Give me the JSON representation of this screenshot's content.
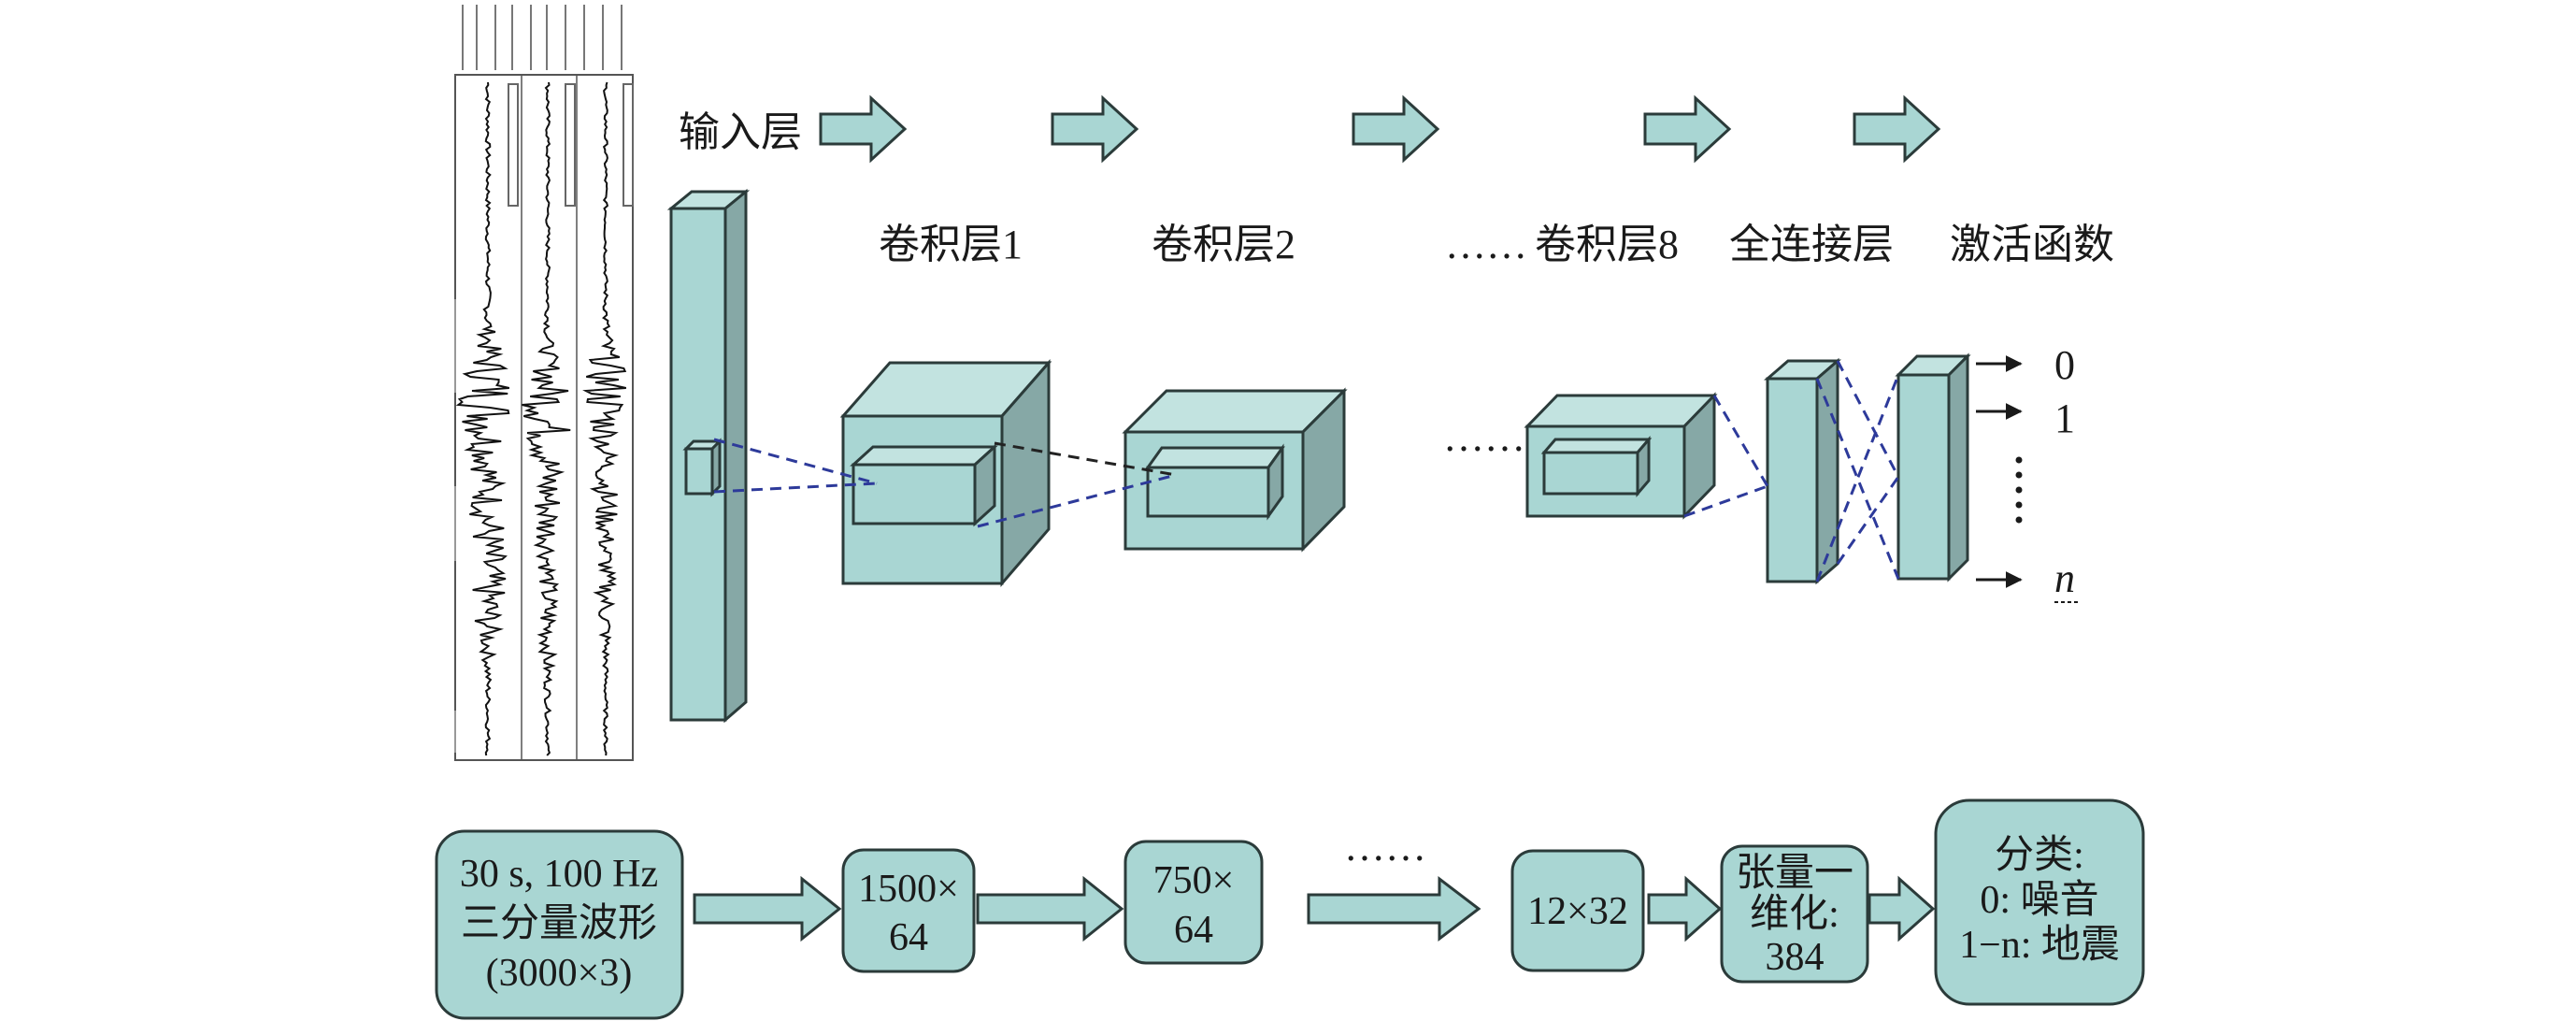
{
  "colors": {
    "face": "#a9d6d3",
    "top": "#c2e3e0",
    "side": "#86a8a6",
    "stroke": "#2b3b3a",
    "dash_blue": "#2d3a9a",
    "waveform": "#111111",
    "arrow_fill": "#a9d6d3"
  },
  "header": {
    "input_layer": "输入层",
    "conv1": "卷积层1",
    "conv2": "卷积层2",
    "ellipsis": "……",
    "conv8": "卷积层8",
    "fully_connected": "全连接层",
    "activation": "激活函数"
  },
  "outputs": {
    "labels": [
      "0",
      "1",
      "n"
    ],
    "dots": "⋮",
    "mid_ellipsis": "……"
  },
  "pipeline": {
    "input_box": [
      "30 s, 100 Hz",
      "三分量波形",
      "(3000×3)"
    ],
    "box1": [
      "1500×",
      "64"
    ],
    "box2": [
      "750×",
      "64"
    ],
    "ellipsis": "……",
    "box3": "12×32",
    "flatten_box": [
      "张量一",
      "维化:",
      "384"
    ],
    "classify_box": [
      "分类:",
      "0: 噪音",
      "1−n: 地震"
    ]
  }
}
